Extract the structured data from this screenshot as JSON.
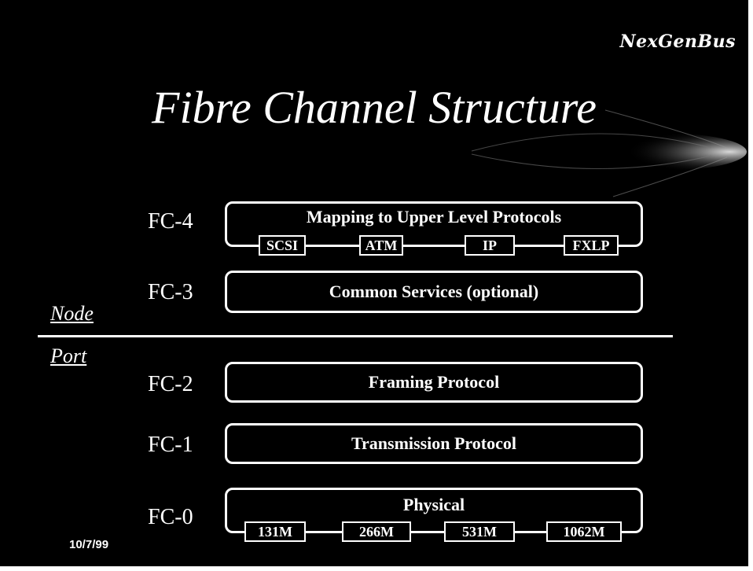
{
  "brand": "NexGenBus",
  "title": "Fibre Channel Structure",
  "side_labels": {
    "node": "Node",
    "port": "Port"
  },
  "date": "10/7/99",
  "layers": [
    {
      "id": "FC-4",
      "caption": "Mapping to Upper Level Protocols",
      "chips": [
        "SCSI",
        "ATM",
        "IP",
        "FXLP"
      ]
    },
    {
      "id": "FC-3",
      "caption": "Common Services (optional)"
    },
    {
      "id": "FC-2",
      "caption": "Framing Protocol"
    },
    {
      "id": "FC-1",
      "caption": "Transmission Protocol"
    },
    {
      "id": "FC-0",
      "caption": "Physical",
      "chips": [
        "131M",
        "266M",
        "531M",
        "1062M"
      ]
    }
  ],
  "colors": {
    "background": "#000000",
    "foreground": "#ffffff"
  }
}
